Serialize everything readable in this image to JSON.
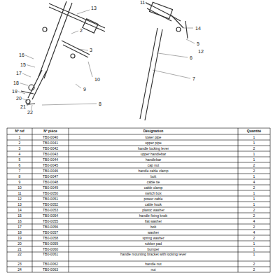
{
  "diagram": {
    "labels": [
      "13",
      "2",
      "3",
      "16",
      "15",
      "17",
      "18",
      "19",
      "20",
      "21",
      "22",
      "10",
      "9",
      "11",
      "14",
      "5",
      "6",
      "7",
      "8",
      "12",
      "Nº ref",
      "Nº pièce",
      "Désignation",
      "Quantité",
      "1",
      "TB0-0040",
      "lower pipe",
      "1",
      "2",
      "TB0-0041",
      "upper pipe",
      "1",
      "3",
      "TB0-0042",
      "handle locking lever",
      "2",
      "4",
      "TB0-0043",
      "upper handlebar",
      "1",
      "5",
      "TB0-0044",
      "handlebar",
      "1",
      "6",
      "TB0-0045",
      "cap nut",
      "2",
      "7",
      "TB0-0046",
      "handle cable clamp",
      "2",
      "8",
      "TB0-0047",
      "bolt",
      "1",
      "9",
      "TB0-0048",
      "cable tie",
      "4",
      "10",
      "TB0-0049",
      "cable clamp",
      "2",
      "11",
      "TB0-0050",
      "switch box",
      "1",
      "12",
      "TB0-0051",
      "power cable",
      "1",
      "13",
      "TB0-0052",
      "cable hook",
      "1",
      "14",
      "TB0-0053",
      "plastic washer",
      "2",
      "15",
      "TB0-0054",
      "handle fixing knob",
      "2",
      "16",
      "TB0-0055",
      "flat washer",
      "4",
      "17",
      "TB0-0056",
      "bolt",
      "2",
      "18",
      "TB0-0057",
      "washer",
      "4",
      "19",
      "TB0-0058",
      "spring washer",
      "2",
      "20",
      "TB0-0059",
      "rubber pad",
      "1",
      "21",
      "TB0-0060",
      "bumper",
      "1",
      "22",
      "TB0-0061",
      "handle mounting bracket with locking lever",
      "1",
      "23",
      "TB0-0062",
      "handle nut",
      "2",
      "24",
      "TB0-0063",
      "nut",
      "2"
    ]
  }
}
